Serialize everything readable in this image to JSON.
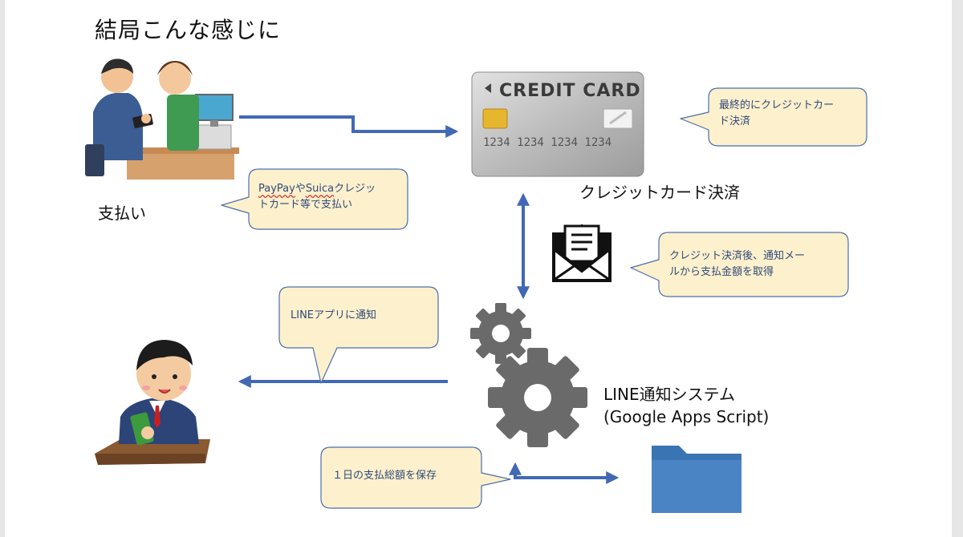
{
  "title": "結局こんな感じに",
  "labels": {
    "payment": "支払い",
    "credit_settlement": "クレジットカード決済",
    "system_line1": "LINE通知システム",
    "system_line2": "(Google Apps Script)"
  },
  "card": {
    "heading": "CREDIT CARD",
    "number": "1234 1234 1234 1234"
  },
  "callouts": {
    "final": [
      "最終的にクレジットカー",
      "ド決済"
    ],
    "paypay": {
      "word1": "PayPay",
      "mid": "や",
      "word2": "Suica",
      "rest1": "クレジッ",
      "line2": "トカード等で支払い"
    },
    "mail": [
      "クレジット決済後、通知メー",
      "ルから支払金額を取得"
    ],
    "line": "LINEアプリに通知",
    "save": "１日の支払総額を保存"
  },
  "colors": {
    "arrow": "#4169b4",
    "callout_fill": "#fdf0cc",
    "callout_stroke": "#4a6fae",
    "callout_text": "#2f4a7a",
    "gear": "#6a6a6a",
    "folder": "#4a84c4"
  }
}
